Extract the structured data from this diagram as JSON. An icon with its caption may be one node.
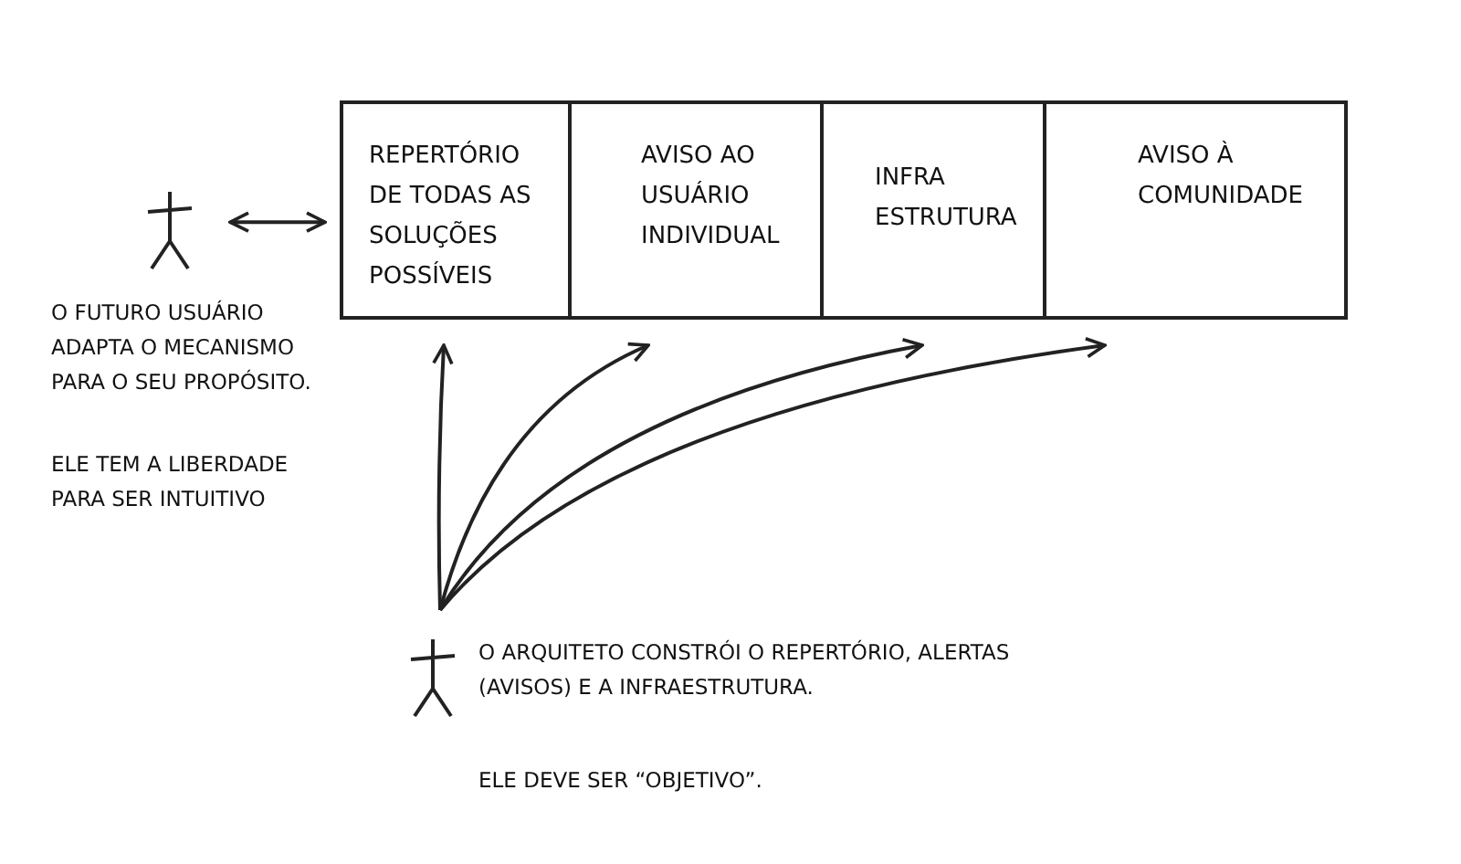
{
  "diagram": {
    "nodes": [
      {
        "text": [],
        "shape": "person",
        "beside": [
          "O FUTURO USUÁRIO ADAPTA O MECANISMO PARA O SEU PROPÓSITO.",
          "ELE TEM A LIBERDADE PARA SER INTUITIVO"
        ]
      },
      {
        "text": [
          "REPERTÓRIO DE TODAS AS SOLUÇÕES POSSÍVEIS"
        ]
      },
      {
        "text": [
          "AVISO AO USUÁRIO INDIVIDUAL"
        ]
      },
      {
        "text": [
          "INFRA ESTRUTURA"
        ]
      },
      {
        "text": [
          "AVISO À COMUNIDADE"
        ]
      },
      {
        "text": [],
        "shape": "person",
        "beside": [
          "O ARQUITETO CONSTRÓI O REPERTÓRIO, ALERTAS (AVISOS) E A INFRAESTRUTURA.",
          "ELE DEVE SER “OBJETIVO”."
        ]
      }
    ],
    "edges": [
      {
        "from": 0,
        "to": 1,
        "arrow": "both"
      },
      {
        "from": 5,
        "to": 1,
        "arrow": "to"
      },
      {
        "from": 5,
        "to": 2,
        "arrow": "to"
      },
      {
        "from": 5,
        "to": 3,
        "arrow": "to"
      },
      {
        "from": 5,
        "to": 4,
        "arrow": "to"
      }
    ]
  }
}
